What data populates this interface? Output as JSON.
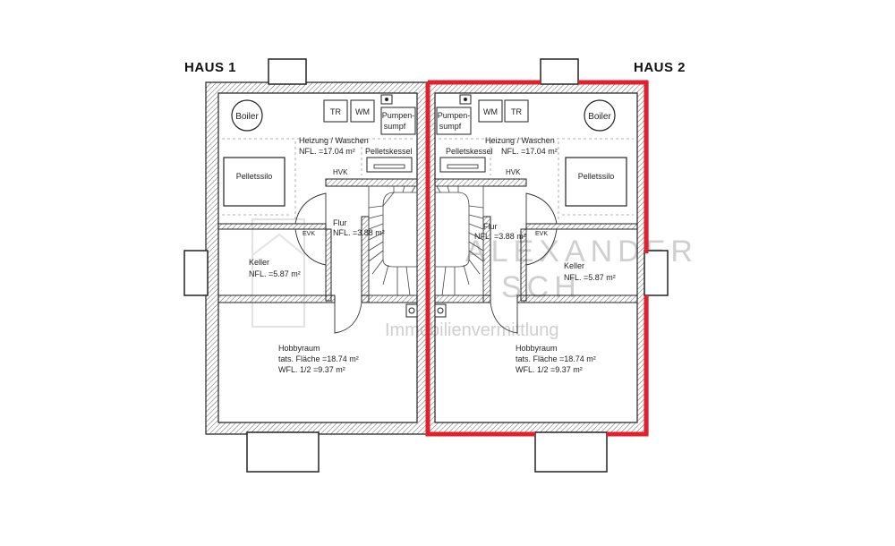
{
  "houses": [
    {
      "title": "HAUS 1",
      "rooms": {
        "heizung_name": "Heizung / Waschen",
        "heizung_area": "NFL. =17.04 m²",
        "flur_name": "Flur",
        "flur_area": "NFL. =3.88 m²",
        "keller_name": "Keller",
        "keller_area": "NFL. =5.87 m²",
        "hobby_name": "Hobbyraum",
        "hobby_tats": "tats. Fläche =18.74 m²",
        "hobby_wfl": "WFL. 1/2 =9.37 m²"
      },
      "fixtures": {
        "boiler": "Boiler",
        "tr": "TR",
        "wm": "WM",
        "pumpen1": "Pumpen-",
        "pumpen2": "sumpf",
        "pelletskessel": "Pelletskessel",
        "pelletssilo": "Pelletssilo",
        "hvk": "HVK",
        "evk": "EVK"
      }
    },
    {
      "title": "HAUS 2",
      "rooms": {
        "heizung_name": "Heizung / Waschen",
        "heizung_area": "NFL. =17.04 m²",
        "flur_name": "Flur",
        "flur_area": "NFL. =3.88 m²",
        "keller_name": "Keller",
        "keller_area": "NFL. =5.87 m²",
        "hobby_name": "Hobbyraum",
        "hobby_tats": "tats. Fläche =18.74 m²",
        "hobby_wfl": "WFL. 1/2 =9.37 m²"
      },
      "fixtures": {
        "boiler": "Boiler",
        "tr": "TR",
        "wm": "WM",
        "pumpen1": "Pumpen-",
        "pumpen2": "sumpf",
        "pelletskessel": "Pelletskessel",
        "pelletssilo": "Pelletssilo",
        "hvk": "HVK",
        "evk": "EVK"
      }
    }
  ],
  "watermark": {
    "line1": "ALEXANDER",
    "line2": "SCH",
    "line3": "Immobilienvermittlung"
  },
  "colors": {
    "highlight": "#e0202a",
    "wall": "#222222",
    "watermark": "#cfcfcf"
  }
}
